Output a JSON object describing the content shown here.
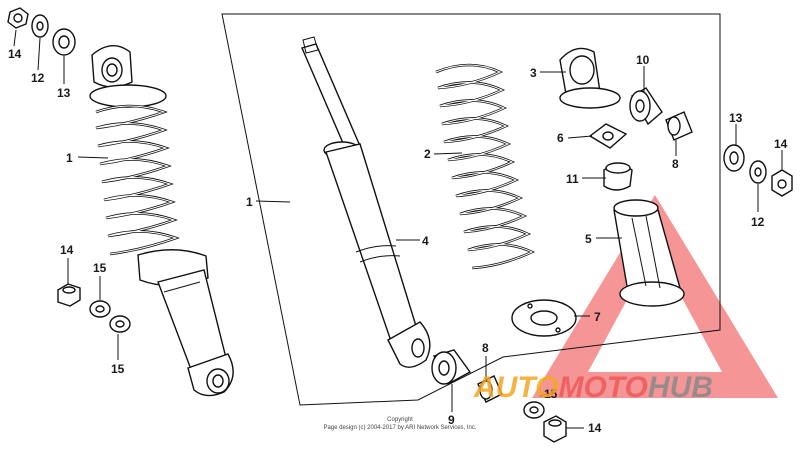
{
  "callouts": {
    "c1a": "1",
    "c1b": "1",
    "c2": "2",
    "c3": "3",
    "c4": "4",
    "c5": "5",
    "c6": "6",
    "c7": "7",
    "c8a": "8",
    "c8b": "8",
    "c9": "9",
    "c10": "10",
    "c11": "11",
    "c12a": "12",
    "c12b": "12",
    "c13a": "13",
    "c13b": "13",
    "c14a": "14",
    "c14b": "14",
    "c14c": "14",
    "c14d": "14",
    "c15a": "15",
    "c15b": "15",
    "c15c": "15"
  },
  "copyright": {
    "line1": "Copyright",
    "line2": "Page design (c) 2004-2017 by ARI Network Services, Inc."
  },
  "watermark": {
    "part1": "AUTO",
    "part2": "MOTO",
    "part3": "HUB",
    "colors": {
      "red": "#ef5a5a",
      "orange": "#f5a623",
      "grey": "#8a8a8a"
    }
  }
}
